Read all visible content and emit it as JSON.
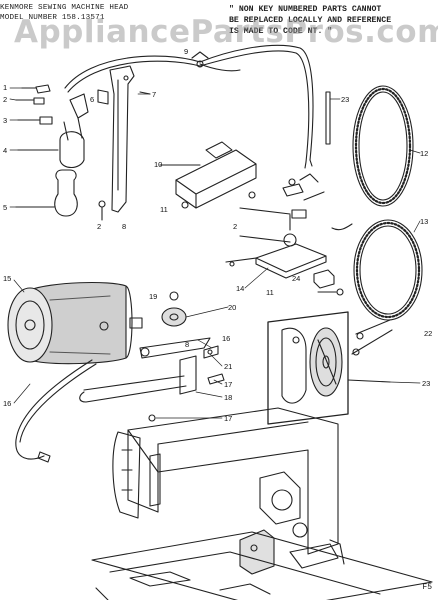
{
  "header": {
    "line1": "KENMORE SEWING MACHINE HEAD",
    "line2": "MODEL NUMBER 158.13571"
  },
  "note": {
    "line1": "\" NON KEY NUMBERED PARTS CANNOT",
    "line2": "BE REPLACED LOCALLY AND REFERENCE",
    "line3": "IS MADE TO CODE NT. \""
  },
  "watermark": "AppliancePartsPros.com",
  "page_id": "F5",
  "callouts": [
    {
      "id": "c1",
      "text": "1"
    },
    {
      "id": "c2",
      "text": "2"
    },
    {
      "id": "c3",
      "text": "3"
    },
    {
      "id": "c4",
      "text": "4"
    },
    {
      "id": "c5",
      "text": "5"
    },
    {
      "id": "c6",
      "text": "6"
    },
    {
      "id": "c7",
      "text": "7"
    },
    {
      "id": "c8",
      "text": "8"
    },
    {
      "id": "c9",
      "text": "9"
    },
    {
      "id": "c10",
      "text": "10"
    },
    {
      "id": "c11a",
      "text": "11"
    },
    {
      "id": "c11b",
      "text": "11"
    },
    {
      "id": "c12",
      "text": "12"
    },
    {
      "id": "c13",
      "text": "13"
    },
    {
      "id": "c14",
      "text": "14"
    },
    {
      "id": "c15",
      "text": "15"
    },
    {
      "id": "c16a",
      "text": "16"
    },
    {
      "id": "c16b",
      "text": "16"
    },
    {
      "id": "c17a",
      "text": "17"
    },
    {
      "id": "c17b",
      "text": "17"
    },
    {
      "id": "c18",
      "text": "18"
    },
    {
      "id": "c19",
      "text": "19"
    },
    {
      "id": "c20",
      "text": "20"
    },
    {
      "id": "c21",
      "text": "21"
    },
    {
      "id": "c22",
      "text": "22"
    },
    {
      "id": "c23a",
      "text": "23"
    },
    {
      "id": "c23b",
      "text": "23"
    },
    {
      "id": "c24",
      "text": "24"
    },
    {
      "id": "c2b",
      "text": "2"
    },
    {
      "id": "c2c",
      "text": "2"
    },
    {
      "id": "c8b",
      "text": "8"
    }
  ]
}
